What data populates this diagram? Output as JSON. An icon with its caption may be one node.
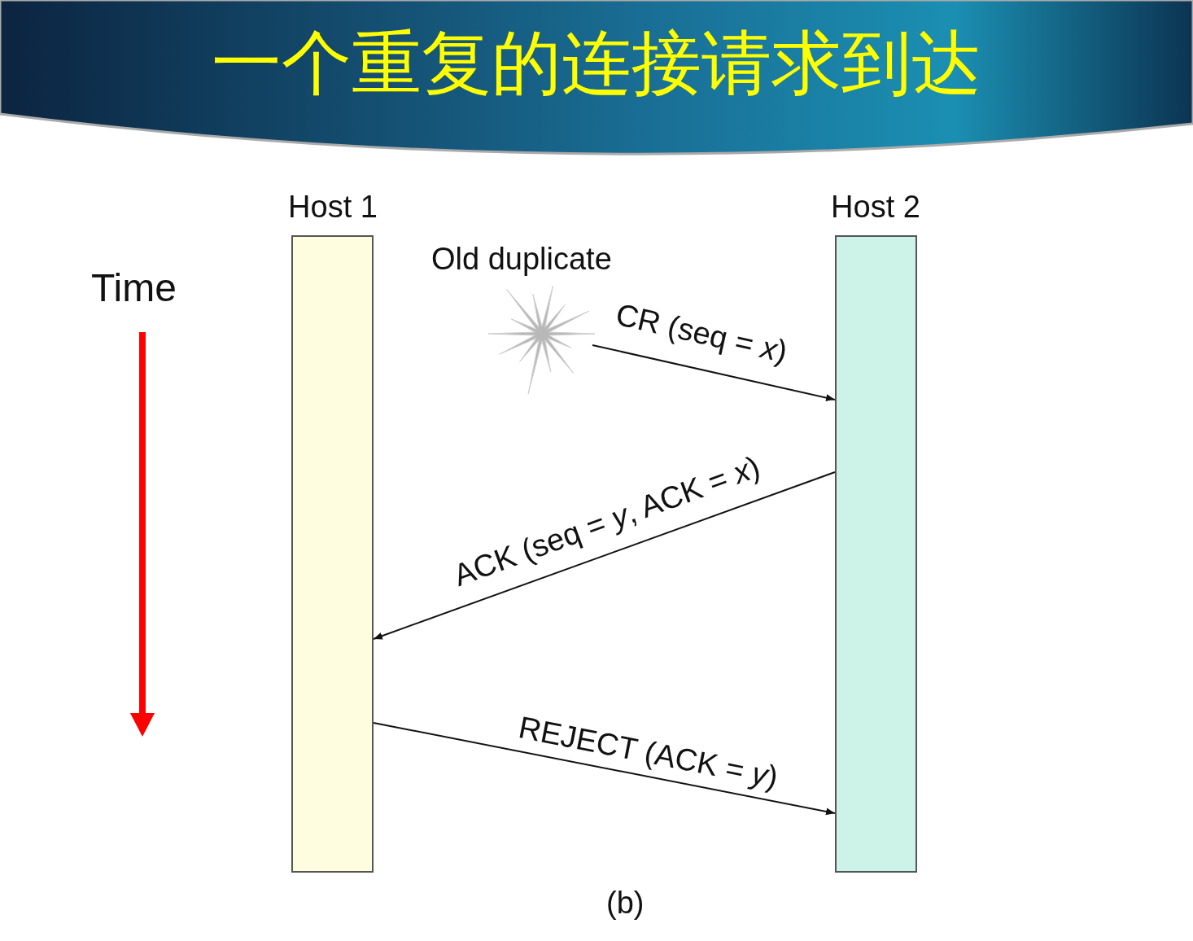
{
  "diagram": {
    "title": "一个重复的连接请求到达",
    "nodes": [
      {
        "text": [
          "Host 1"
        ]
      },
      {
        "text": [
          "Host 2"
        ]
      },
      {
        "text": [],
        "shape": "star",
        "beside": [
          "Old duplicate"
        ]
      }
    ],
    "edges": [
      {
        "from": 2,
        "to": 1,
        "arrow": "to",
        "label": "CR (seq = *x*)"
      },
      {
        "from": 1,
        "to": 0,
        "arrow": "to",
        "label": "ACK (seq = *y*, ACK = *x*)"
      },
      {
        "from": 0,
        "to": 1,
        "arrow": "to",
        "label": "REJECT (ACK = *y*)"
      }
    ],
    "labels": [
      "Time",
      "(b)"
    ]
  }
}
